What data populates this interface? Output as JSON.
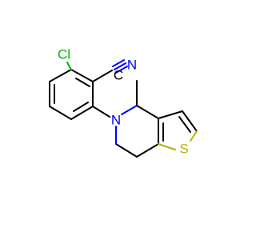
{
  "atoms": {
    "chlorine": {
      "label": "Cl",
      "color": "#00b200"
    },
    "nitrile_c": {
      "label": "C",
      "color": "#000000"
    },
    "nitrile_n": {
      "label": "N",
      "color": "#0000ff"
    },
    "amine_n": {
      "label": "N",
      "color": "#0000ff"
    },
    "thiophene_s": {
      "label": "S",
      "color": "#b2b200"
    }
  },
  "substituents": {
    "methyl": ""
  }
}
